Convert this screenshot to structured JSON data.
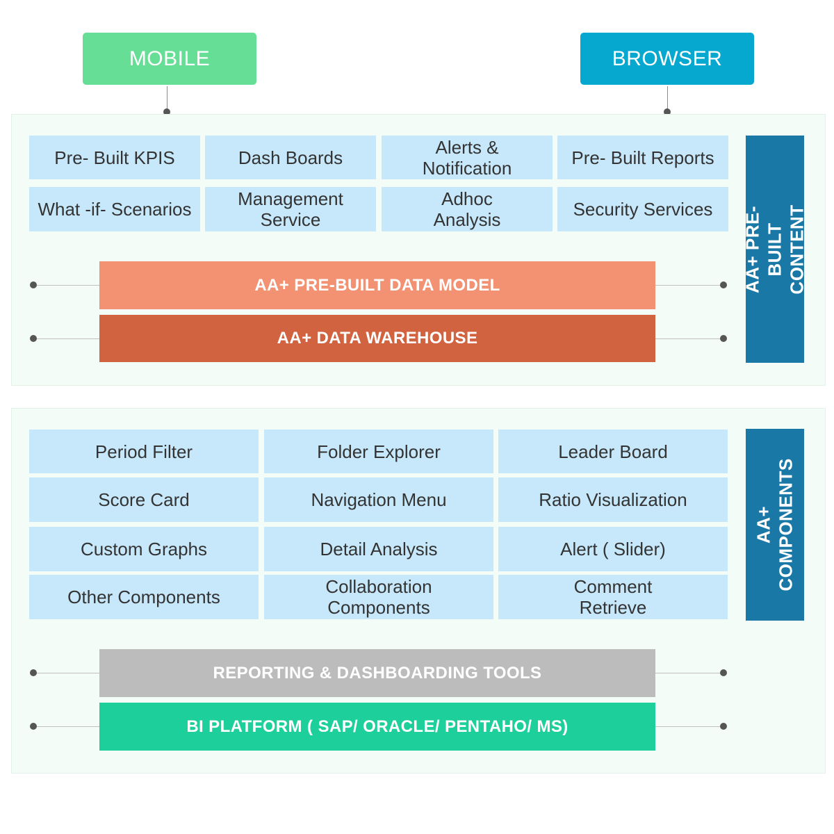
{
  "clients": {
    "mobile": "MOBILE",
    "browser": "BROWSER"
  },
  "colors": {
    "mobile": "#67de95",
    "browser": "#06a8cf",
    "cell": "#c7e8fb",
    "side_panel": "#1a78a7",
    "data_model": "#f29272",
    "data_warehouse": "#d26340",
    "reporting": "#bcbcbc",
    "bi_platform": "#1dcf9a"
  },
  "prebuilt": {
    "side_label": "AA+ PRE-BUILT\nCONTENT",
    "cells": [
      "Pre- Built KPIS",
      "Dash Boards",
      "Alerts &\nNotification",
      "Pre- Built Reports",
      "What -if- Scenarios",
      "Management\nService",
      "Adhoc\nAnalysis",
      "Security Services"
    ],
    "data_model": "AA+ PRE-BUILT DATA MODEL",
    "data_warehouse": "AA+ DATA WAREHOUSE"
  },
  "components": {
    "side_label": "AA+\nCOMPONENTS",
    "cells": [
      "Period Filter",
      "Folder Explorer",
      "Leader Board",
      "Score Card",
      "Navigation Menu",
      "Ratio Visualization",
      "Custom Graphs",
      "Detail Analysis",
      "Alert ( Slider)",
      "Other Components",
      "Collaboration\nComponents",
      "Comment\nRetrieve"
    ],
    "reporting": "REPORTING & DASHBOARDING TOOLS",
    "bi_platform": "BI PLATFORM ( SAP/ ORACLE/ PENTAHO/ MS)"
  }
}
